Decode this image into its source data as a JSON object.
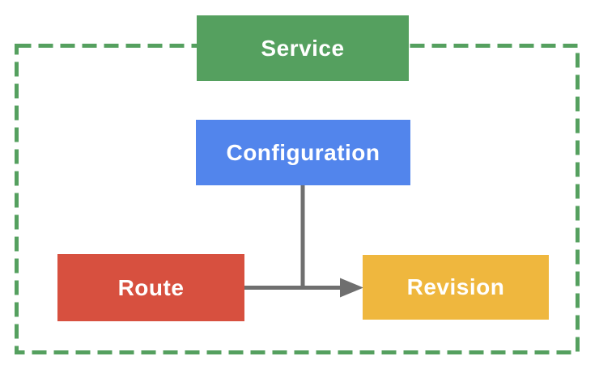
{
  "diagram": {
    "boundary": {
      "style": "dashed",
      "color": "#55A05F"
    },
    "connector": {
      "color": "#6F6F6F"
    },
    "nodes": {
      "service": {
        "label": "Service",
        "color": "#55A05F",
        "text_color": "#FFFFFF"
      },
      "configuration": {
        "label": "Configuration",
        "color": "#5285EC",
        "text_color": "#FFFFFF"
      },
      "route": {
        "label": "Route",
        "color": "#D7503F",
        "text_color": "#FFFFFF"
      },
      "revision": {
        "label": "Revision",
        "color": "#EFB73E",
        "text_color": "#FFFFFF"
      }
    },
    "edges": [
      {
        "from": "configuration",
        "to": "route-revision-line",
        "type": "line"
      },
      {
        "from": "route",
        "to": "revision",
        "type": "arrow"
      }
    ]
  }
}
